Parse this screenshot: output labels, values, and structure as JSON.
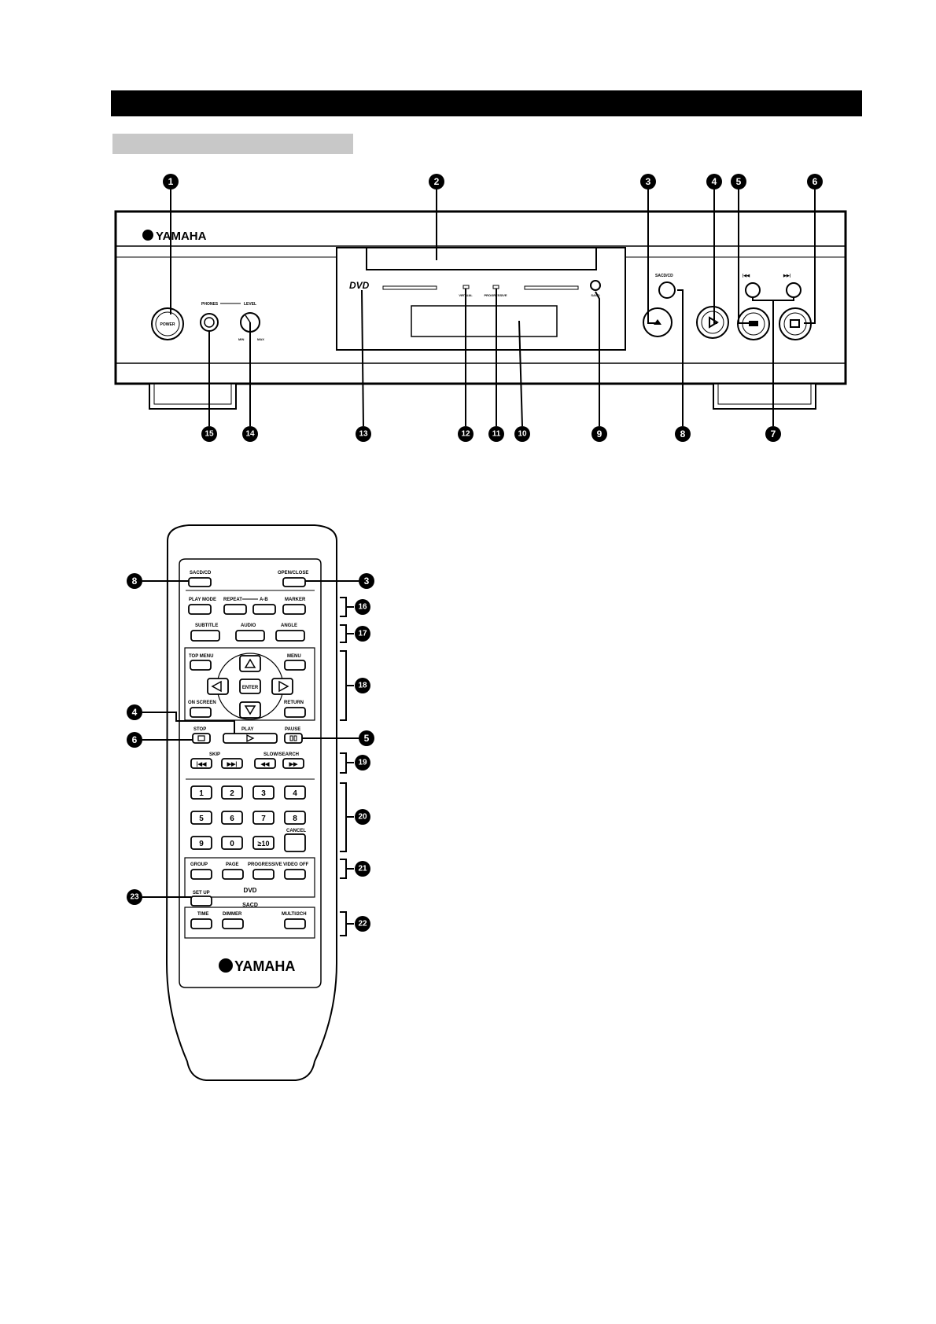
{
  "front_panel": {
    "brand": "YAMAHA",
    "labels": {
      "power": "POWER",
      "phones": "PHONES",
      "level": "LEVEL",
      "min": "MIN",
      "max": "MAX",
      "dvd_logo": "DVD",
      "disc_logo": "SACD",
      "virtual": "VIRTUAL",
      "progressive": "PROGRESSIVE",
      "sacd_cd": "SACD/CD",
      "skip_prev": "|◀◀",
      "skip_next": "▶▶|"
    },
    "callouts": [
      "1",
      "2",
      "3",
      "4",
      "5",
      "6",
      "7",
      "8",
      "9",
      "10",
      "11",
      "12",
      "13",
      "14",
      "15"
    ]
  },
  "remote": {
    "brand": "YAMAHA",
    "buttons": {
      "sacd_cd": "SACD/CD",
      "open_close": "OPEN/CLOSE",
      "play_mode": "PLAY MODE",
      "repeat": "REPEAT",
      "a_b": "A-B",
      "marker": "MARKER",
      "subtitle": "SUBTITLE",
      "audio": "AUDIO",
      "angle": "ANGLE",
      "top_menu": "TOP MENU",
      "menu": "MENU",
      "enter": "ENTER",
      "on_screen": "ON SCREEN",
      "return": "RETURN",
      "stop": "STOP",
      "play": "PLAY",
      "pause": "PAUSE",
      "skip": "SKIP",
      "slow_search": "SLOW/SEARCH",
      "cancel": "CANCEL",
      "group": "GROUP",
      "page": "PAGE",
      "progressive": "PROGRESSIVE",
      "video_off": "VIDEO OFF",
      "dvd": "DVD",
      "set_up": "SET UP",
      "sacd": "SACD",
      "time": "TIME",
      "dimmer": "DIMMER",
      "multi_2ch": "MULTI/2CH"
    },
    "numbers": [
      "1",
      "2",
      "3",
      "4",
      "5",
      "6",
      "7",
      "8",
      "9",
      "0",
      "≥10"
    ],
    "callouts": [
      "3",
      "4",
      "5",
      "6",
      "8",
      "16",
      "17",
      "18",
      "19",
      "20",
      "21",
      "22",
      "23"
    ]
  }
}
